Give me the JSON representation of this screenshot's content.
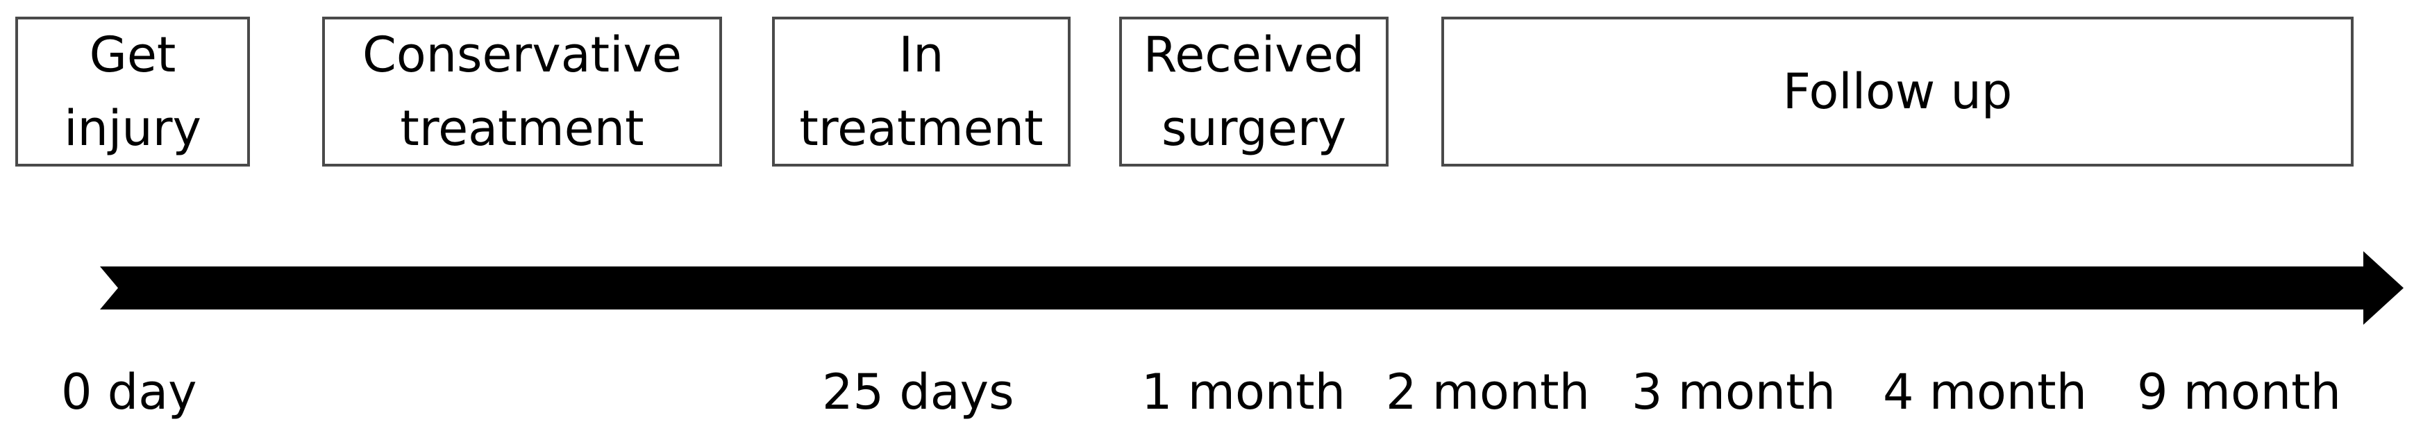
{
  "stages": [
    {
      "id": "get-injury",
      "label": "Get\ninjury"
    },
    {
      "id": "conservative-treatment",
      "label": "Conservative\ntreatment"
    },
    {
      "id": "in-treatment",
      "label": "In\ntreatment"
    },
    {
      "id": "received-surgery",
      "label": "Received\nsurgery"
    },
    {
      "id": "follow-up",
      "label": "Follow up"
    }
  ],
  "ticks": [
    "0 day",
    "25 days",
    "1 month",
    "2 month",
    "3 month",
    "4 month",
    "9 month"
  ],
  "colors": {
    "arrow": "#000000",
    "box_border": "#4a4a4a",
    "text": "#000000"
  }
}
